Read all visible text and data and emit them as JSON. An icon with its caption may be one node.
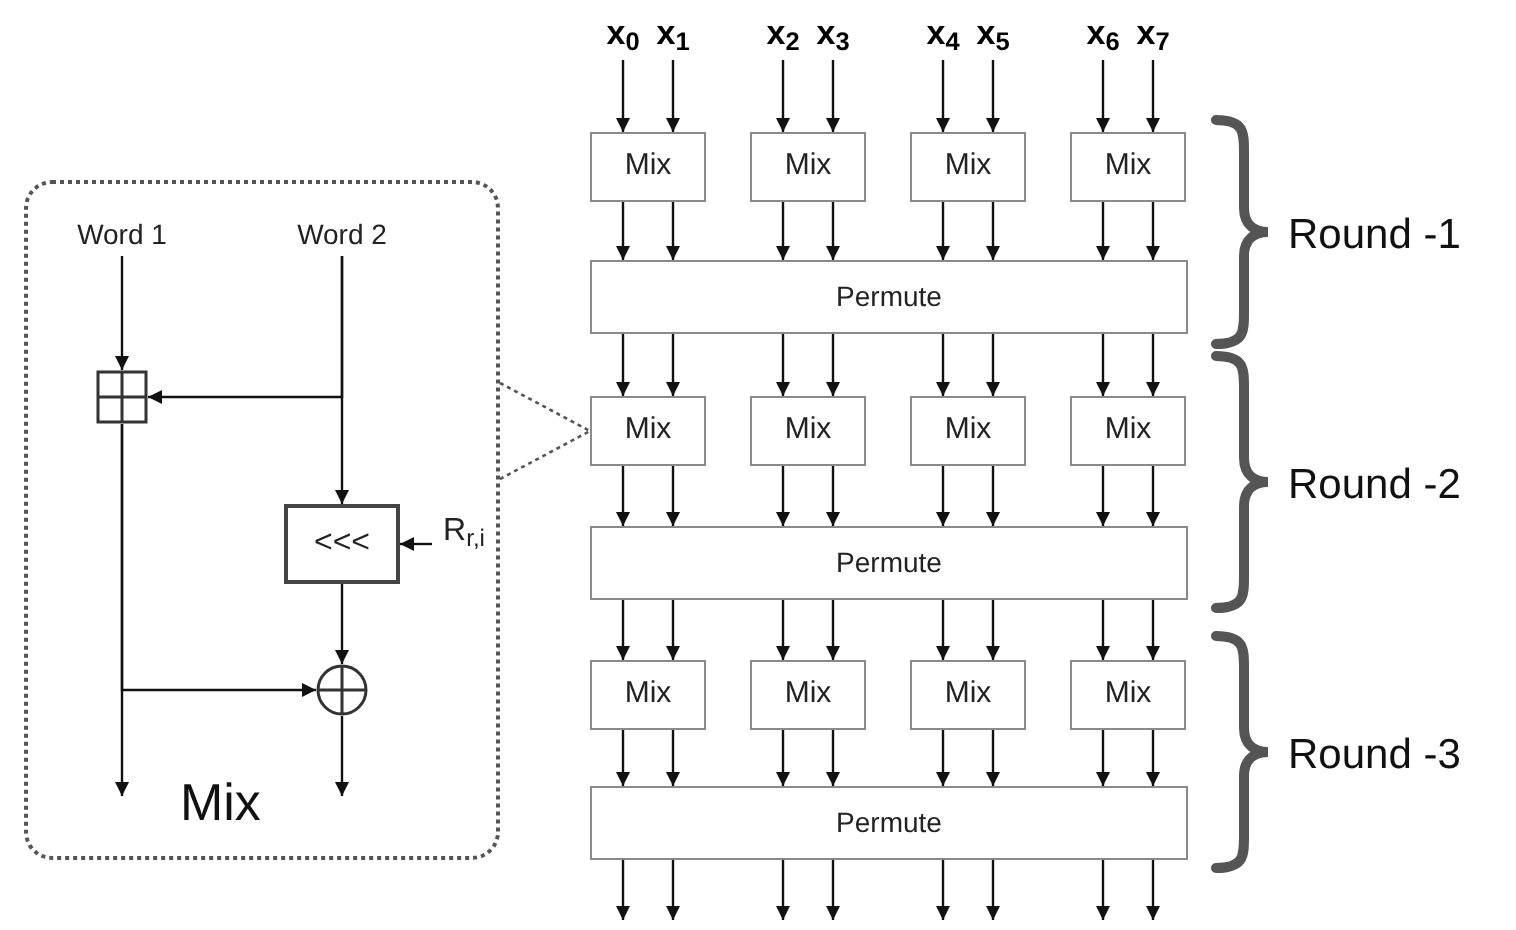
{
  "diagram": {
    "nodes": [
      {
        "text": [
          "x$_{0}$"
        ]
      },
      {
        "text": [
          "x$_{1}$"
        ]
      },
      {
        "text": [
          "x$_{2}$"
        ]
      },
      {
        "text": [
          "x$_{3}$"
        ]
      },
      {
        "text": [
          "x$_{4}$"
        ]
      },
      {
        "text": [
          "x$_{5}$"
        ]
      },
      {
        "text": [
          "x$_{6}$"
        ]
      },
      {
        "text": [
          "x$_{7}$"
        ]
      },
      {
        "text": [
          "Mix"
        ]
      },
      {
        "text": [
          "Mix"
        ]
      },
      {
        "text": [
          "Mix"
        ]
      },
      {
        "text": [
          "Mix"
        ]
      },
      {
        "text": [
          "Permute"
        ]
      },
      {
        "text": [
          "Mix"
        ]
      },
      {
        "text": [
          "Mix"
        ]
      },
      {
        "text": [
          "Mix"
        ]
      },
      {
        "text": [
          "Mix"
        ]
      },
      {
        "text": [
          "Permute"
        ]
      },
      {
        "text": [
          "Mix"
        ]
      },
      {
        "text": [
          "Mix"
        ]
      },
      {
        "text": [
          "Mix"
        ]
      },
      {
        "text": [
          "Mix"
        ]
      },
      {
        "text": [
          "Permute"
        ]
      },
      {
        "text": [
          "Mix"
        ]
      },
      {
        "text": [
          "Word 1"
        ],
        "in": 23
      },
      {
        "text": [
          "Word 2"
        ],
        "in": 23
      },
      {
        "text": [],
        "shape": "box",
        "in": 23
      },
      {
        "text": [
          "<<<"
        ],
        "in": 23
      },
      {
        "text": [
          "R$_{r,i}$"
        ],
        "in": 23
      },
      {
        "text": [],
        "shape": "circle",
        "in": 23
      }
    ],
    "edges": [
      {
        "from": 0,
        "to": 8,
        "arrow": "to"
      },
      {
        "from": 1,
        "to": 8,
        "arrow": "to"
      },
      {
        "from": 2,
        "to": 9,
        "arrow": "to"
      },
      {
        "from": 3,
        "to": 9,
        "arrow": "to"
      },
      {
        "from": 4,
        "to": 10,
        "arrow": "to"
      },
      {
        "from": 5,
        "to": 10,
        "arrow": "to"
      },
      {
        "from": 6,
        "to": 11,
        "arrow": "to"
      },
      {
        "from": 7,
        "to": 11,
        "arrow": "to"
      },
      {
        "from": 8,
        "to": 12,
        "arrow": "to"
      },
      {
        "from": 8,
        "to": 12,
        "arrow": "to"
      },
      {
        "from": 9,
        "to": 12,
        "arrow": "to"
      },
      {
        "from": 9,
        "to": 12,
        "arrow": "to"
      },
      {
        "from": 10,
        "to": 12,
        "arrow": "to"
      },
      {
        "from": 10,
        "to": 12,
        "arrow": "to"
      },
      {
        "from": 11,
        "to": 12,
        "arrow": "to"
      },
      {
        "from": 11,
        "to": 12,
        "arrow": "to"
      },
      {
        "from": 12,
        "to": 13,
        "arrow": "to"
      },
      {
        "from": 12,
        "to": 13,
        "arrow": "to"
      },
      {
        "from": 12,
        "to": 14,
        "arrow": "to"
      },
      {
        "from": 12,
        "to": 14,
        "arrow": "to"
      },
      {
        "from": 12,
        "to": 15,
        "arrow": "to"
      },
      {
        "from": 12,
        "to": 15,
        "arrow": "to"
      },
      {
        "from": 12,
        "to": 16,
        "arrow": "to"
      },
      {
        "from": 12,
        "to": 16,
        "arrow": "to"
      },
      {
        "from": 13,
        "to": 17,
        "arrow": "to"
      },
      {
        "from": 13,
        "to": 17,
        "arrow": "to"
      },
      {
        "from": 14,
        "to": 17,
        "arrow": "to"
      },
      {
        "from": 14,
        "to": 17,
        "arrow": "to"
      },
      {
        "from": 15,
        "to": 17,
        "arrow": "to"
      },
      {
        "from": 15,
        "to": 17,
        "arrow": "to"
      },
      {
        "from": 16,
        "to": 17,
        "arrow": "to"
      },
      {
        "from": 16,
        "to": 17,
        "arrow": "to"
      },
      {
        "from": 17,
        "to": 18,
        "arrow": "to"
      },
      {
        "from": 17,
        "to": 18,
        "arrow": "to"
      },
      {
        "from": 17,
        "to": 19,
        "arrow": "to"
      },
      {
        "from": 17,
        "to": 19,
        "arrow": "to"
      },
      {
        "from": 17,
        "to": 20,
        "arrow": "to"
      },
      {
        "from": 17,
        "to": 20,
        "arrow": "to"
      },
      {
        "from": 17,
        "to": 21,
        "arrow": "to"
      },
      {
        "from": 17,
        "to": 21,
        "arrow": "to"
      },
      {
        "from": 18,
        "to": 22,
        "arrow": "to"
      },
      {
        "from": 18,
        "to": 22,
        "arrow": "to"
      },
      {
        "from": 19,
        "to": 22,
        "arrow": "to"
      },
      {
        "from": 19,
        "to": 22,
        "arrow": "to"
      },
      {
        "from": 20,
        "to": 22,
        "arrow": "to"
      },
      {
        "from": 20,
        "to": 22,
        "arrow": "to"
      },
      {
        "from": 21,
        "to": 22,
        "arrow": "to"
      },
      {
        "from": 21,
        "to": 22,
        "arrow": "to"
      },
      {
        "from": 22,
        "to": null,
        "arrow": "to"
      },
      {
        "from": 22,
        "to": null,
        "arrow": "to"
      },
      {
        "from": 22,
        "to": null,
        "arrow": "to"
      },
      {
        "from": 22,
        "to": null,
        "arrow": "to"
      },
      {
        "from": 22,
        "to": null,
        "arrow": "to"
      },
      {
        "from": 22,
        "to": null,
        "arrow": "to"
      },
      {
        "from": 22,
        "to": null,
        "arrow": "to"
      },
      {
        "from": 22,
        "to": null,
        "arrow": "to"
      },
      {
        "from": 23,
        "to": 13,
        "arrow": "none",
        "style": "dashed"
      },
      {
        "from": 24,
        "to": 26,
        "arrow": "to"
      },
      {
        "from": 25,
        "to": 26,
        "arrow": "to"
      },
      {
        "from": 25,
        "to": 27,
        "arrow": "to"
      },
      {
        "from": 28,
        "to": 27,
        "arrow": "to"
      },
      {
        "from": 27,
        "to": 29,
        "arrow": "to"
      },
      {
        "from": 26,
        "to": 29,
        "arrow": "to"
      },
      {
        "from": 26,
        "to": null,
        "arrow": "to"
      },
      {
        "from": 29,
        "to": null,
        "arrow": "to"
      }
    ],
    "labels": [
      "Round -1",
      "Round -2",
      "Round -3"
    ]
  }
}
